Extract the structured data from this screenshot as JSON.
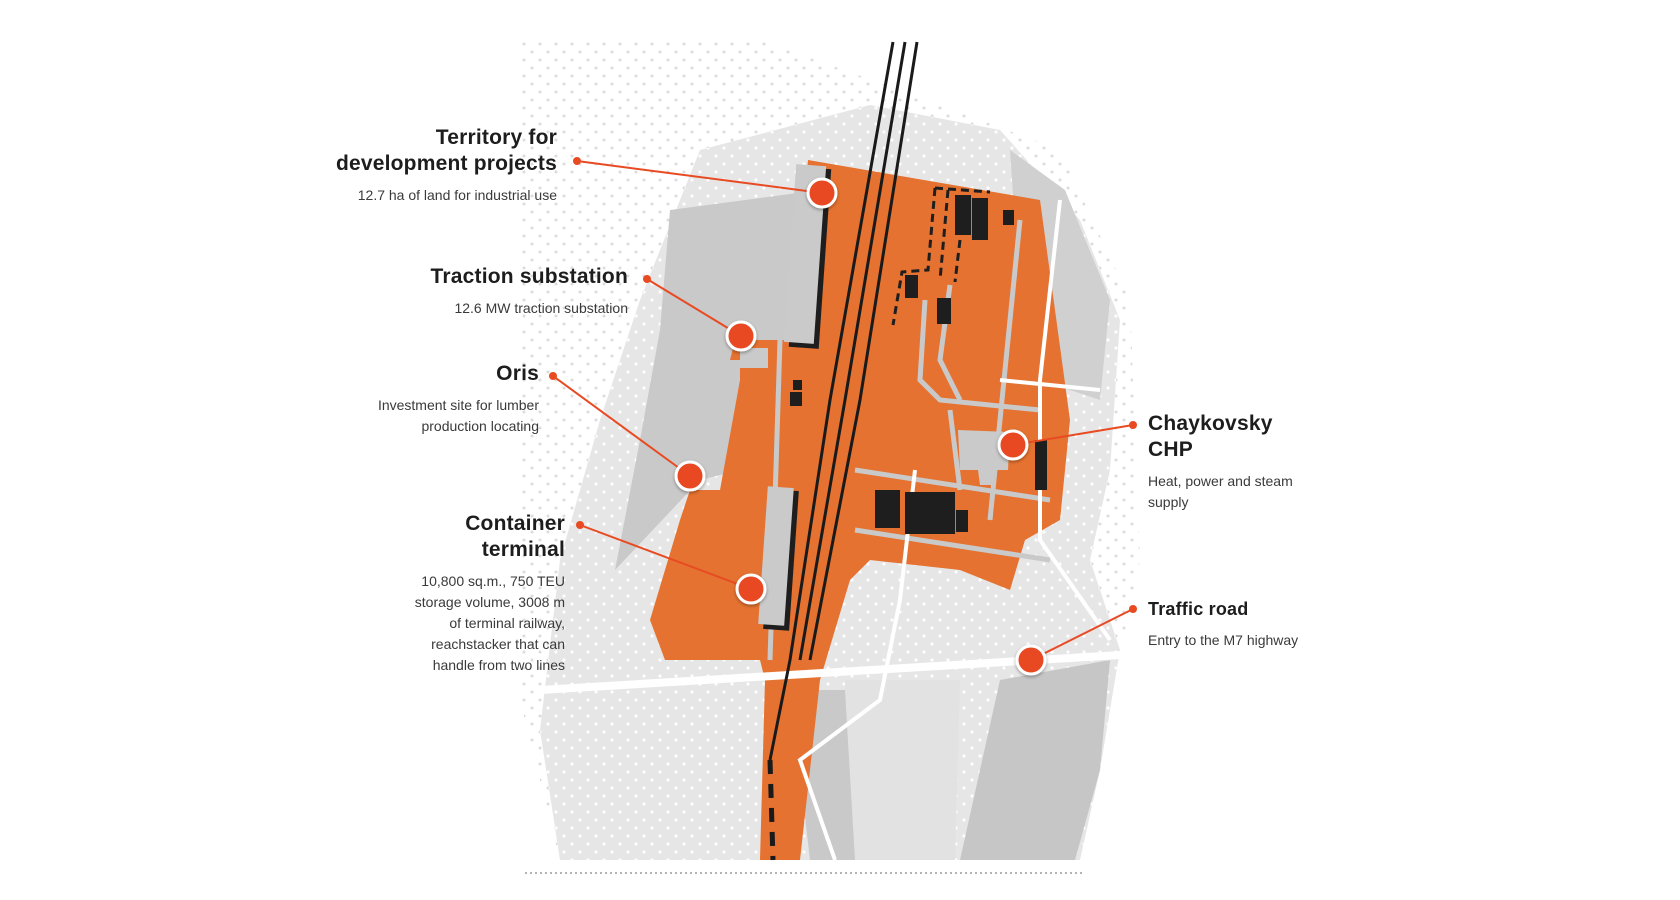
{
  "colors": {
    "accent": "#e84a22",
    "site_orange": "#e57230",
    "land_light": "#e6e6e6",
    "land_mid": "#cbcbcb",
    "road": "#ffffff",
    "building": "#1e1e1e",
    "rail": "#1a1a1a",
    "text_title": "#1d1d1d",
    "text_desc": "#3a3a3a"
  },
  "callouts": [
    {
      "id": "territory",
      "title_lines": [
        "Territory for",
        "development projects"
      ],
      "desc_lines": [
        "12.7 ha of land for industrial use"
      ],
      "side": "left"
    },
    {
      "id": "traction",
      "title_lines": [
        "Traction substation"
      ],
      "desc_lines": [
        "12.6 MW traction substation"
      ],
      "side": "left"
    },
    {
      "id": "oris",
      "title_lines": [
        "Oris"
      ],
      "desc_lines": [
        "Investment site for lumber",
        "production locating"
      ],
      "side": "left"
    },
    {
      "id": "container",
      "title_lines": [
        "Container",
        "terminal"
      ],
      "desc_lines": [
        "10,800 sq.m., 750 TEU",
        "storage volume, 3008 m",
        "of terminal railway,",
        "reachstacker that can",
        "handle from two lines"
      ],
      "side": "left"
    },
    {
      "id": "chp",
      "title_lines": [
        "Chaykovsky",
        "CHP"
      ],
      "desc_lines": [
        "Heat, power and steam",
        "supply"
      ],
      "side": "right"
    },
    {
      "id": "road",
      "title_lines": [
        "Traffic road"
      ],
      "desc_lines": [
        "Entry to the M7 highway"
      ],
      "side": "right"
    }
  ],
  "legend_icons": {
    "marker": "map-pin-circle-icon",
    "leader_dot": "leader-dot-icon"
  }
}
